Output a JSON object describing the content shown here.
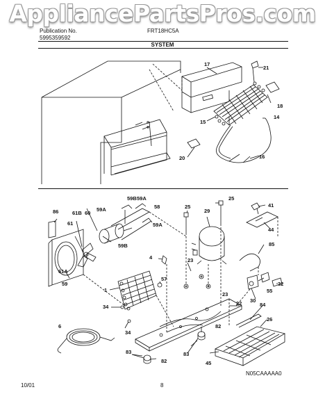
{
  "watermark": "AppliancePartsPros.com",
  "header": {
    "publication_label": "Publication No.",
    "publication_number": "5995359592",
    "model": "FRT18HC5A",
    "section_title": "SYSTEM"
  },
  "callouts": [
    "21",
    "17",
    "18",
    "15",
    "14",
    "20",
    "16",
    "86",
    "61B",
    "60",
    "59B",
    "59A",
    "58",
    "61",
    "59A",
    "59A",
    "59B",
    "61A",
    "59",
    "25",
    "25",
    "29",
    "41",
    "44",
    "85",
    "4",
    "23",
    "23",
    "57",
    "1",
    "22",
    "34",
    "30",
    "55",
    "32",
    "84",
    "26",
    "82",
    "6",
    "34",
    "83",
    "82",
    "83",
    "45"
  ],
  "diagram_code": "N05CAAAAA0",
  "footer": {
    "date": "10/01",
    "page": "8"
  }
}
